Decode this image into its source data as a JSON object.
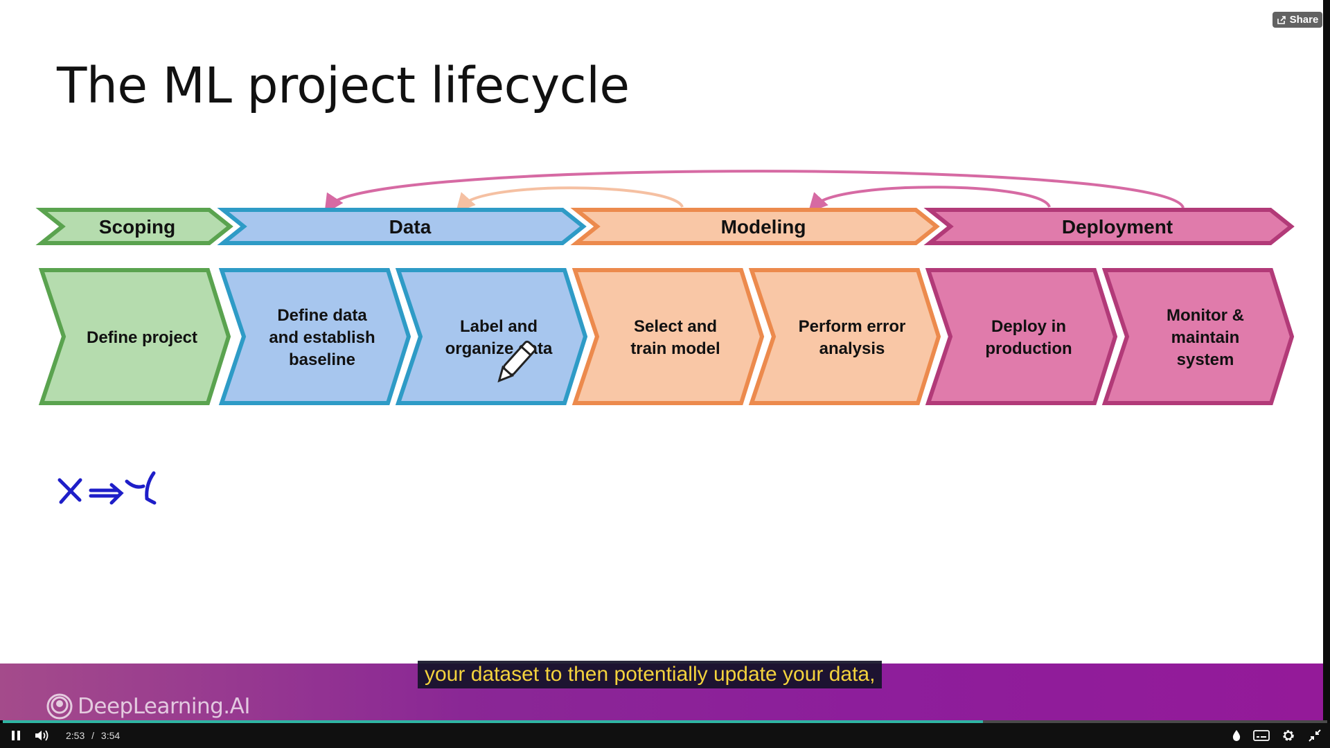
{
  "player": {
    "share_label": "Share",
    "caption": "your dataset to then potentially update your data,",
    "logo_text": "DeepLearning.AI",
    "time_current": "2:53",
    "time_separator": "/",
    "time_total": "3:54",
    "progress": 0.74,
    "accent_color": "#2fb5a3"
  },
  "slide": {
    "title": "The ML project lifecycle",
    "handwriting": "X → Y",
    "phases": [
      {
        "label": "Scoping",
        "color": "#b5dcae",
        "border": "#5aa34f"
      },
      {
        "label": "Data",
        "color": "#a7c6ee",
        "border": "#2e9bc6"
      },
      {
        "label": "Modeling",
        "color": "#f9c7a6",
        "border": "#ec8a4d"
      },
      {
        "label": "Deployment",
        "color": "#e07bab",
        "border": "#b23a78"
      }
    ],
    "steps": [
      {
        "lines": [
          "Define project"
        ]
      },
      {
        "lines": [
          "Define data",
          "and establish",
          "baseline"
        ]
      },
      {
        "lines": [
          "Label and",
          "organize data"
        ]
      },
      {
        "lines": [
          "Select and",
          "train model"
        ]
      },
      {
        "lines": [
          "Perform error",
          "analysis"
        ]
      },
      {
        "lines": [
          "Deploy in",
          "production"
        ]
      },
      {
        "lines": [
          "Monitor &",
          "maintain",
          "system"
        ]
      }
    ]
  }
}
